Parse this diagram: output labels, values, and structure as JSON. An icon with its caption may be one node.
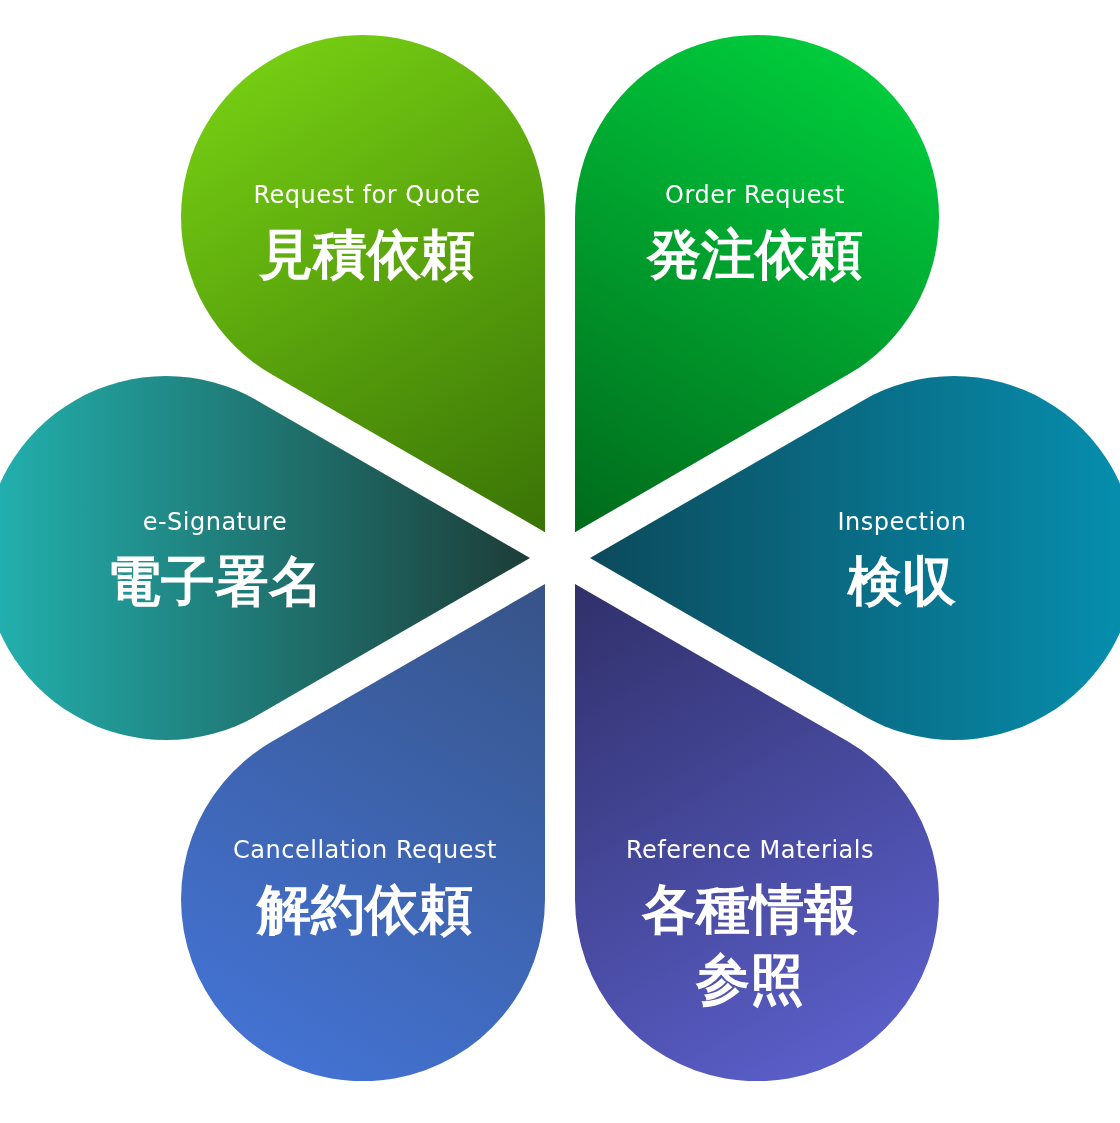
{
  "diagram": {
    "nodes": [
      {
        "text": [
          "Request for Quote",
          "見積依頼"
        ]
      },
      {
        "text": [
          "Order Request",
          "発注依頼"
        ]
      },
      {
        "text": [
          "e-Signature",
          "電子署名"
        ]
      },
      {
        "text": [
          "Inspection",
          "検収"
        ]
      },
      {
        "text": [
          "Cancellation Request",
          "解約依頼"
        ]
      },
      {
        "text": [
          "Reference Materials",
          "各種情報参照"
        ]
      }
    ]
  }
}
